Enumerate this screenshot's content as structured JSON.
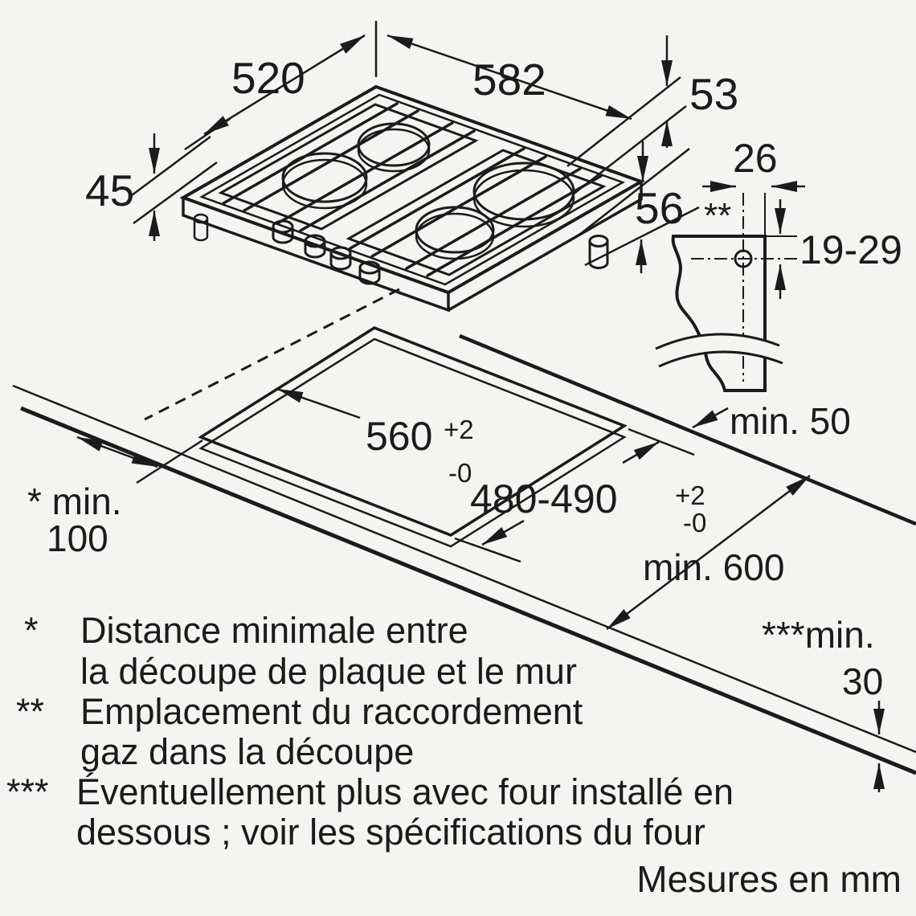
{
  "dims": {
    "hob_depth": "520",
    "hob_width": "582",
    "hob_top_height": "53",
    "hob_front_height": "45",
    "hob_body_height": "56",
    "gas_offset": "26",
    "gas_ref_mark": "**",
    "gas_depth_range": "19-29",
    "cutout_width": "560",
    "cutout_width_tol_plus": "+2",
    "cutout_width_tol_minus": "-0",
    "cutout_depth": "480-490",
    "cutout_depth_tol_plus": "+2",
    "cutout_depth_tol_minus": "-0",
    "rear_clearance": "min. 50",
    "worktop_depth": "min. 600",
    "side_clearance_label": "* min.",
    "side_clearance_value": "100",
    "thickness_label": "***min.",
    "thickness_value": "30"
  },
  "footnotes": [
    {
      "marker": "*",
      "line1": "Distance minimale entre",
      "line2": "la découpe de plaque et le mur"
    },
    {
      "marker": "**",
      "line1": "Emplacement du raccordement",
      "line2": "gaz dans la découpe"
    },
    {
      "marker": "***",
      "line1": "Éventuellement plus avec four installé en",
      "line2": "dessous ; voir les spécifications du four"
    }
  ],
  "units_note": "Mesures en mm"
}
